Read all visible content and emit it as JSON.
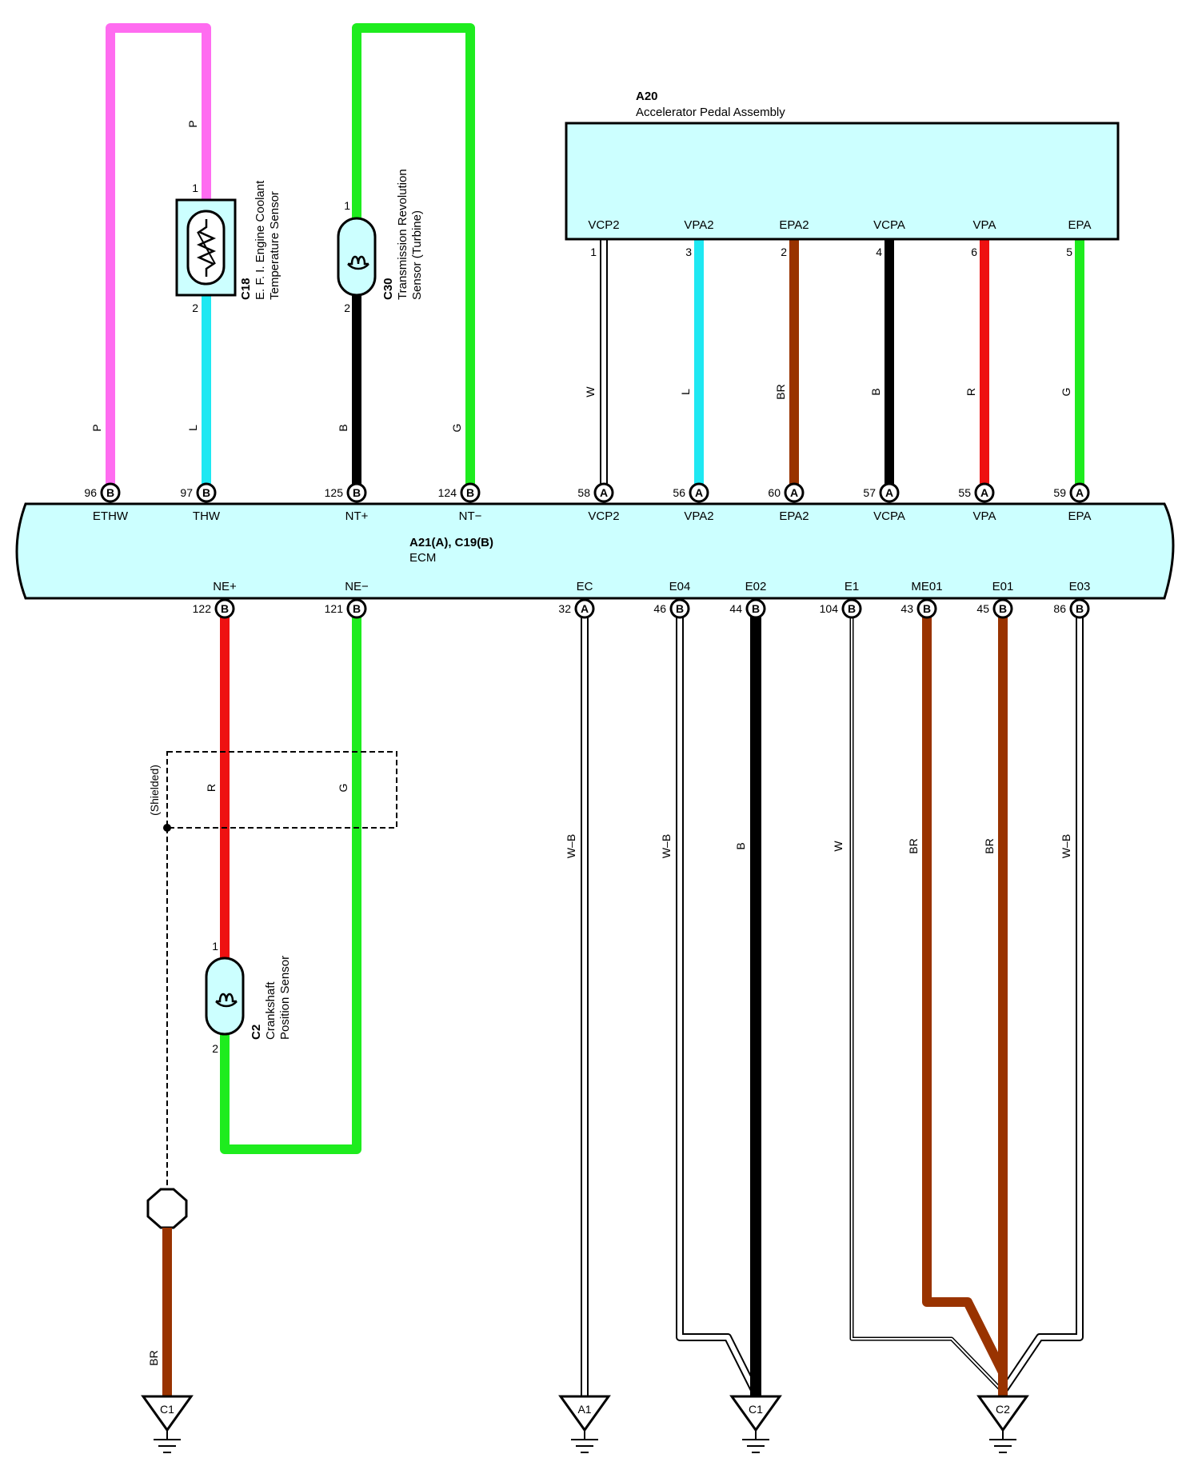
{
  "ecm": {
    "ref": "A21(A), C19(B)",
    "name": "ECM",
    "top_pins": [
      {
        "term": "ETHW",
        "num": "96",
        "conn": "B"
      },
      {
        "term": "THW",
        "num": "97",
        "conn": "B"
      },
      {
        "term": "NT+",
        "num": "125",
        "conn": "B"
      },
      {
        "term": "NT−",
        "num": "124",
        "conn": "B"
      },
      {
        "term": "VCP2",
        "num": "58",
        "conn": "A"
      },
      {
        "term": "VPA2",
        "num": "56",
        "conn": "A"
      },
      {
        "term": "EPA2",
        "num": "60",
        "conn": "A"
      },
      {
        "term": "VCPA",
        "num": "57",
        "conn": "A"
      },
      {
        "term": "VPA",
        "num": "55",
        "conn": "A"
      },
      {
        "term": "EPA",
        "num": "59",
        "conn": "A"
      }
    ],
    "bottom_pins": [
      {
        "term": "NE+",
        "num": "122",
        "conn": "B"
      },
      {
        "term": "NE−",
        "num": "121",
        "conn": "B"
      },
      {
        "term": "EC",
        "num": "32",
        "conn": "A"
      },
      {
        "term": "E04",
        "num": "46",
        "conn": "B"
      },
      {
        "term": "E02",
        "num": "44",
        "conn": "B"
      },
      {
        "term": "E1",
        "num": "104",
        "conn": "B"
      },
      {
        "term": "ME01",
        "num": "43",
        "conn": "B"
      },
      {
        "term": "E01",
        "num": "45",
        "conn": "B"
      },
      {
        "term": "E03",
        "num": "86",
        "conn": "B"
      }
    ]
  },
  "pedal": {
    "ref": "A20",
    "name": "Accelerator Pedal Assembly",
    "pins": [
      {
        "term": "VCP2",
        "num": "1",
        "wire": "W"
      },
      {
        "term": "VPA2",
        "num": "3",
        "wire": "L"
      },
      {
        "term": "EPA2",
        "num": "2",
        "wire": "BR"
      },
      {
        "term": "VCPA",
        "num": "4",
        "wire": "B"
      },
      {
        "term": "VPA",
        "num": "6",
        "wire": "R"
      },
      {
        "term": "EPA",
        "num": "5",
        "wire": "G"
      }
    ]
  },
  "coolant_sensor": {
    "ref": "C18",
    "name_line1": "E. F. I.  Engine Coolant",
    "name_line2": "Temperature Sensor",
    "pin_top": "1",
    "pin_bottom": "2"
  },
  "trans_sensor": {
    "ref": "C30",
    "name_line1": "Transmission Revolution",
    "name_line2": "Sensor (Turbine)",
    "pin_top": "1",
    "pin_bottom": "2"
  },
  "crank_sensor": {
    "ref": "C2",
    "name_line1": "Crankshaft",
    "name_line2": "Position Sensor",
    "pin_top": "1",
    "pin_bottom": "2"
  },
  "wire_labels": {
    "ethw": "P",
    "coolant_top": "P",
    "thw": "L",
    "nt_plus": "B",
    "nt_minus": "G",
    "ne_plus": "R",
    "ne_minus": "G",
    "ec": "W–B",
    "e04": "W–B",
    "e02": "B",
    "e1": "W",
    "me01": "BR",
    "e01": "BR",
    "e03": "W–B",
    "shield_ground": "BR"
  },
  "shield_label": "(Shielded)",
  "grounds": [
    {
      "label": "C1"
    },
    {
      "label": "A1"
    },
    {
      "label": "C1"
    },
    {
      "label": "C2"
    }
  ],
  "colors": {
    "pink": "#ff6cf0",
    "cyan": "#1ee8f2",
    "green": "#1eec1e",
    "black": "#000000",
    "red": "#ee1111",
    "brown": "#993300",
    "panel": "#ccffff"
  }
}
